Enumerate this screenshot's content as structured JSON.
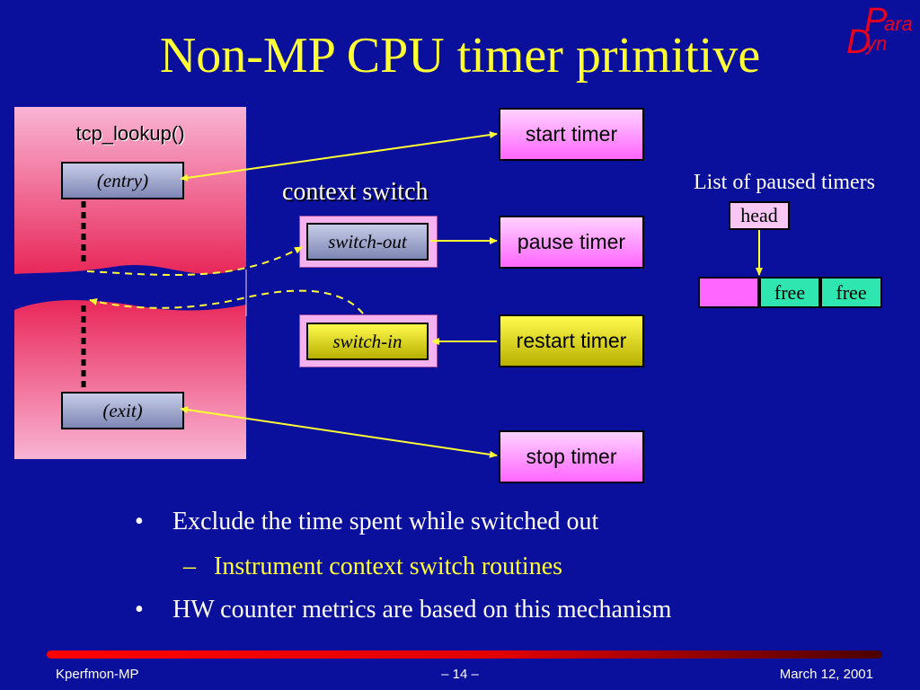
{
  "slide": {
    "title": "Non-MP CPU timer primitive",
    "logo_top": "ara",
    "logo_bottom": "yn",
    "logo_p": "P",
    "logo_d": "D"
  },
  "diagram": {
    "function_name": "tcp_lookup()",
    "entry_label": "(entry)",
    "exit_label": "(exit)",
    "context_switch_label": "context switch",
    "switch_out_label": "switch-out",
    "switch_in_label": "switch-in",
    "start_timer": "start timer",
    "pause_timer": "pause timer",
    "restart_timer": "restart timer",
    "stop_timer": "stop timer",
    "list_label": "List of paused timers",
    "head_label": "head",
    "free_1": "free",
    "free_2": "free",
    "colors": {
      "background": "#0a0f9c",
      "title": "#ffff33",
      "timer_pink": "#ff66ff",
      "timer_yellow": "#fffb4d",
      "free_slot": "#2fe6b0",
      "arrow": "#ffff33"
    }
  },
  "bullets": {
    "item1": "Exclude the time spent while switched out",
    "item1_sub": "Instrument context switch routines",
    "item2": "HW counter metrics are based on this mechanism",
    "bullet_glyph": "•",
    "dash_glyph": "–"
  },
  "footer": {
    "left": "Kperfmon-MP",
    "center": "– 14 –",
    "right": "March 12, 2001"
  }
}
